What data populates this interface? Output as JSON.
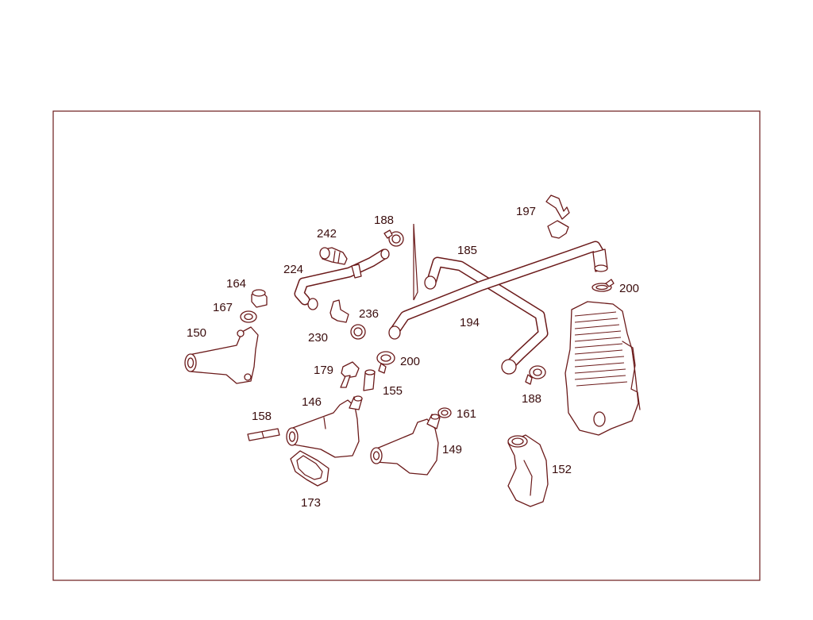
{
  "diagram": {
    "labels": {
      "l146": "146",
      "l149": "149",
      "l150": "150",
      "l152": "152",
      "l155": "155",
      "l158": "158",
      "l161": "161",
      "l164": "164",
      "l167": "167",
      "l173": "173",
      "l179": "179",
      "l185": "185",
      "l188a": "188",
      "l188b": "188",
      "l194": "194",
      "l197": "197",
      "l200a": "200",
      "l200b": "200",
      "l224": "224",
      "l230": "230",
      "l236": "236",
      "l242": "242"
    }
  },
  "colors": {
    "line": "#6b1a1a",
    "text": "#3a0d0d",
    "background": "#ffffff"
  }
}
